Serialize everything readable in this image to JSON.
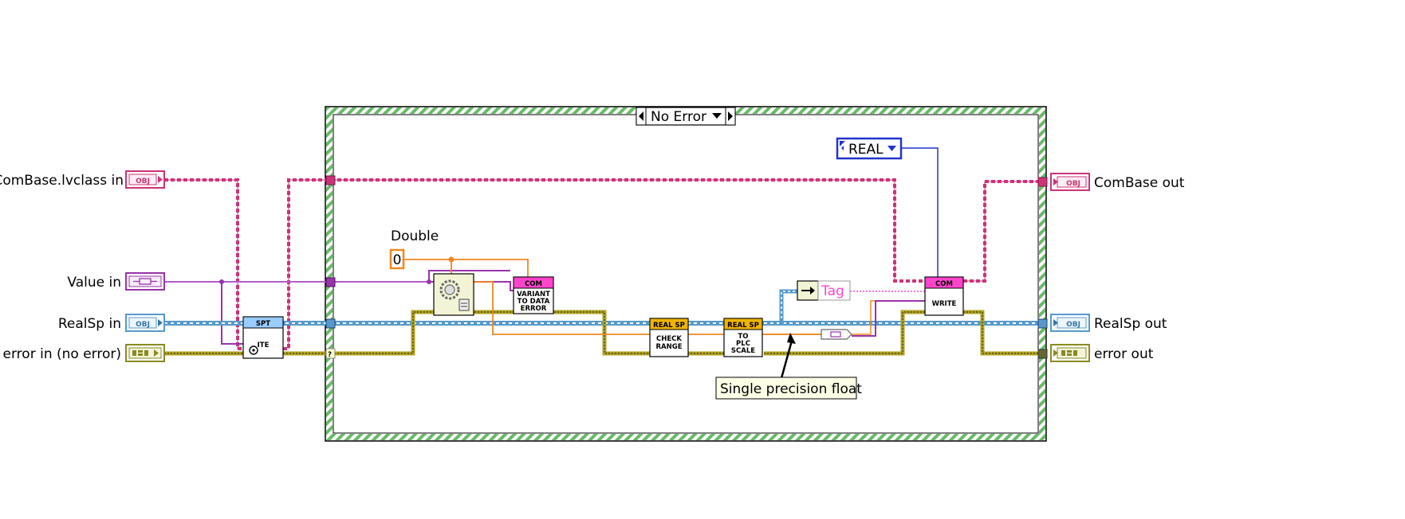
{
  "terminals_in": {
    "combase_in": {
      "label": "ComBase.lvclass in",
      "badge": "OBJ"
    },
    "value_in": {
      "label": "Value in"
    },
    "realsp_in": {
      "label": "RealSp in",
      "badge": "OBJ"
    },
    "error_in": {
      "label": "error in (no error)"
    }
  },
  "terminals_out": {
    "combase_out": {
      "label": "ComBase out",
      "badge": "OBJ"
    },
    "realsp_out": {
      "label": "RealSp out",
      "badge": "OBJ"
    },
    "error_out": {
      "label": "error out"
    }
  },
  "case_structure": {
    "selector": "No Error"
  },
  "constants": {
    "double_label": "Double",
    "double_value": "0",
    "real_enum": "REAL",
    "tag_label": "Tag"
  },
  "nodes": {
    "spt_write": {
      "header": "SPT",
      "body": "ITE"
    },
    "variant_to_data": {
      "header": "COM",
      "body": [
        "VARIANT",
        "TO DATA",
        "ERROR"
      ]
    },
    "check_range": {
      "header": "REAL SP",
      "body": [
        "CHECK",
        "RANGE"
      ]
    },
    "to_plc_scale": {
      "header": "REAL SP",
      "body": [
        "TO",
        "PLC",
        "SCALE"
      ]
    },
    "com_write": {
      "header": "COM",
      "body": [
        "WRITE"
      ]
    }
  },
  "annotations": {
    "single_precision": "Single precision float",
    "cond_terminal": "?"
  },
  "colors": {
    "class_wire": "#cc3377",
    "variant_wire": "#9933aa",
    "error_wire": "#b0a21e",
    "object_wire": "#5599cc",
    "double_wire": "#ee8822",
    "enum_wire": "#2233cc",
    "case_border": "#55aa55",
    "com_header": "#ff44cc",
    "realsp_header": "#f0b400",
    "spt_header": "#99ccff"
  }
}
